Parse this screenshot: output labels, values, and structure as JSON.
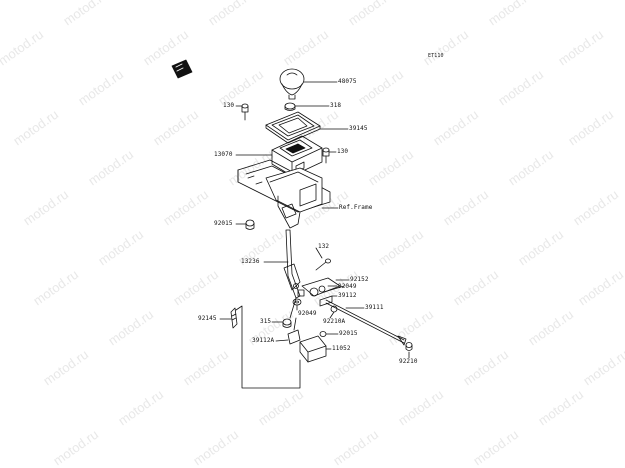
{
  "diagram": {
    "code": "ET110",
    "watermark": "motod.ru",
    "labels": {
      "p48075": "48075",
      "p318": "318",
      "p130a": "130",
      "p39145": "39145",
      "p13070": "13070",
      "p130b": "130",
      "ref_frame": "Ref.Frame",
      "p92015a": "92015",
      "p132": "132",
      "p13236": "13236",
      "p92152": "92152",
      "p92049a": "92049",
      "p39112": "39112",
      "p39111": "39111",
      "p92145": "92145",
      "p92049b": "92049",
      "p92210A": "92210A",
      "p315": "315",
      "p92015b": "92015",
      "p39112A": "39112A",
      "p11052": "11052",
      "p92210": "92210"
    }
  },
  "colors": {
    "line": "#111111",
    "watermark": "#e8e8e8"
  }
}
